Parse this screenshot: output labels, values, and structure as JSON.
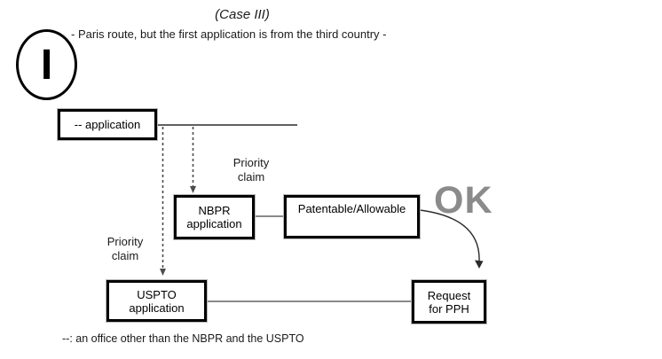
{
  "header": {
    "title": "(Case III)",
    "subtitle": "- Paris route, but the first application is from the third country -",
    "case_mark": "I"
  },
  "boxes": {
    "first_application": "-- application",
    "nbpr_application": "NBPR\napplication",
    "patentable": "Patentable/Allowable",
    "uspto_application": "USPTO\napplication",
    "request_pph": "Request\nfor PPH"
  },
  "labels": {
    "priority_claim_upper": "Priority\nclaim",
    "priority_claim_lower": "Priority\nclaim",
    "ok": "OK"
  },
  "footer": {
    "legend": "--: an office other than the NBPR and the USPTO"
  },
  "colors": {
    "box_border": "#000000",
    "ok_text": "#8b8b8b",
    "connector_gray": "#8a8a8a",
    "dashed_arrow": "#4d4d4d"
  }
}
